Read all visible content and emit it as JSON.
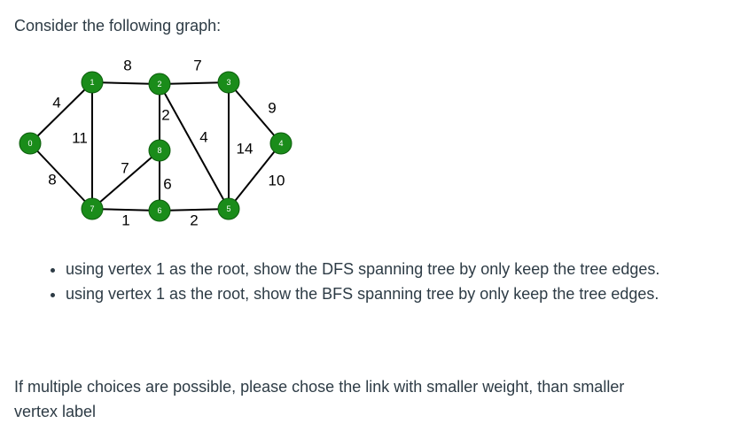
{
  "intro": "Consider the following graph:",
  "graph": {
    "node_color": "#1a8c1a",
    "node_stroke": "#0d5e0d",
    "edge_color": "#000000",
    "nodes": [
      {
        "id": "0",
        "label": "0"
      },
      {
        "id": "1",
        "label": "1"
      },
      {
        "id": "2",
        "label": "2"
      },
      {
        "id": "3",
        "label": "3"
      },
      {
        "id": "4",
        "label": "4"
      },
      {
        "id": "5",
        "label": "5"
      },
      {
        "id": "6",
        "label": "6"
      },
      {
        "id": "7",
        "label": "7"
      },
      {
        "id": "8",
        "label": "8"
      }
    ],
    "edges": [
      {
        "from": "0",
        "to": "1",
        "weight": "4"
      },
      {
        "from": "0",
        "to": "7",
        "weight": "8"
      },
      {
        "from": "1",
        "to": "2",
        "weight": "8"
      },
      {
        "from": "1",
        "to": "7",
        "weight": "11"
      },
      {
        "from": "2",
        "to": "3",
        "weight": "7"
      },
      {
        "from": "2",
        "to": "8",
        "weight": "2"
      },
      {
        "from": "2",
        "to": "5",
        "weight": "4"
      },
      {
        "from": "3",
        "to": "4",
        "weight": "9"
      },
      {
        "from": "3",
        "to": "5",
        "weight": "14"
      },
      {
        "from": "4",
        "to": "5",
        "weight": "10"
      },
      {
        "from": "5",
        "to": "6",
        "weight": "2"
      },
      {
        "from": "6",
        "to": "7",
        "weight": "1"
      },
      {
        "from": "6",
        "to": "8",
        "weight": "6"
      },
      {
        "from": "7",
        "to": "8",
        "weight": "7"
      }
    ]
  },
  "bullets": [
    "using vertex 1 as the root, show the DFS spanning tree by only keep the tree edges.",
    "using vertex 1 as the root, show the BFS spanning tree by only keep the tree edges."
  ],
  "note": "If multiple choices are possible, please chose the link with smaller weight, than smaller vertex label"
}
